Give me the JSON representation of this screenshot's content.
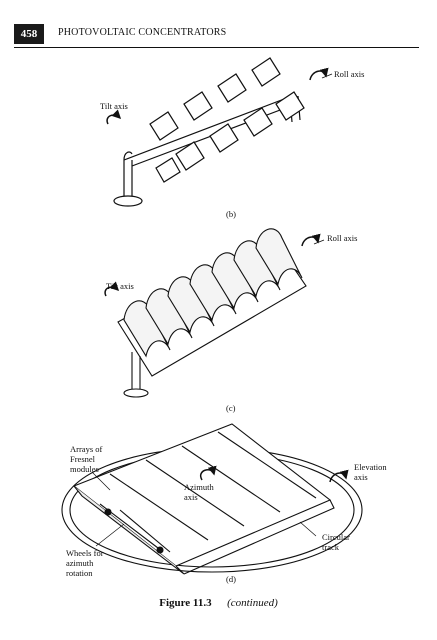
{
  "header": {
    "page_number": "458",
    "running_title": "PHOTOVOLTAIC CONCENTRATORS"
  },
  "panel_b": {
    "label": "(b)",
    "roll_axis": "Roll axis",
    "tilt_axis": "Tilt axis"
  },
  "panel_c": {
    "label": "(c)",
    "roll_axis": "Roll axis",
    "tilt_axis": "Tilt axis"
  },
  "panel_d": {
    "label": "(d)",
    "arrays_1": "Arrays of",
    "arrays_2": "Fresnel",
    "arrays_3": "modules",
    "azimuth_1": "Azimuth",
    "azimuth_2": "axis",
    "elevation_1": "Elevation",
    "elevation_2": "axis",
    "circular_1": "Circular",
    "circular_2": "track",
    "wheels_1": "Wheels for",
    "wheels_2": "azimuth",
    "wheels_3": "rotation"
  },
  "caption": {
    "figure": "Figure 11.3",
    "note": "(continued)"
  }
}
